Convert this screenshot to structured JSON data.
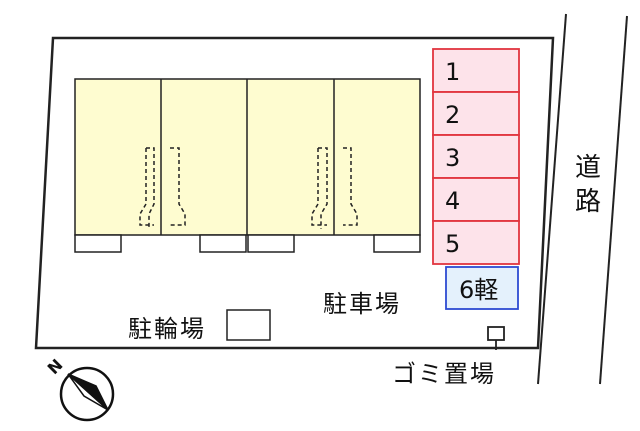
{
  "labels": {
    "road": [
      "道",
      "路"
    ],
    "parking": "駐車場",
    "bicycle_parking": "駐輪場",
    "garbage": "ゴミ置場"
  },
  "parking_spaces": [
    {
      "label": "1",
      "kind": "standard"
    },
    {
      "label": "2",
      "kind": "standard"
    },
    {
      "label": "3",
      "kind": "standard"
    },
    {
      "label": "4",
      "kind": "standard"
    },
    {
      "label": "5",
      "kind": "standard"
    },
    {
      "label": "6軽",
      "kind": "kei"
    }
  ],
  "building": {
    "units": 4
  },
  "colors": {
    "building_fill": "#fefcd0",
    "space_fill": "#fde3ea",
    "space_border": "#e2353f",
    "kei_fill": "#e4f1fc",
    "kei_border": "#2d4bd1",
    "line": "#222222"
  },
  "icons": {
    "compass": "north-arrow-icon",
    "garbage": "garbage-station-icon"
  }
}
